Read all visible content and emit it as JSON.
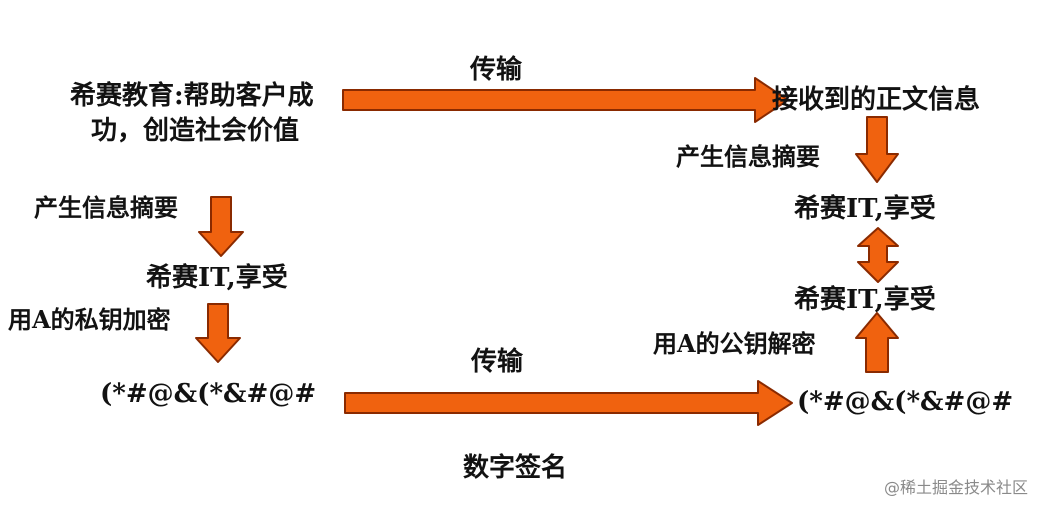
{
  "left": {
    "message": [
      "希赛教育:帮助客户成",
      "功，创造社会价值"
    ],
    "step_digest": "产生信息摘要",
    "digest": "希赛IT,享受",
    "step_encrypt": "用A的私钥加密",
    "cipher": "(*#@&(*&#@#"
  },
  "right": {
    "received": "接收到的正文信息",
    "step_digest": "产生信息摘要",
    "digest_computed": "希赛IT,享受",
    "digest_decrypted": "希赛IT,享受",
    "step_decrypt": "用A的公钥解密",
    "cipher": "(*#@&(*&#@#"
  },
  "transfer_top": "传输",
  "transfer_bottom": "传输",
  "caption": "数字签名",
  "watermark": "@稀土掘金技术社区",
  "colors": {
    "arrow_fill": "#f0620f",
    "arrow_stroke": "#8a2a00"
  }
}
